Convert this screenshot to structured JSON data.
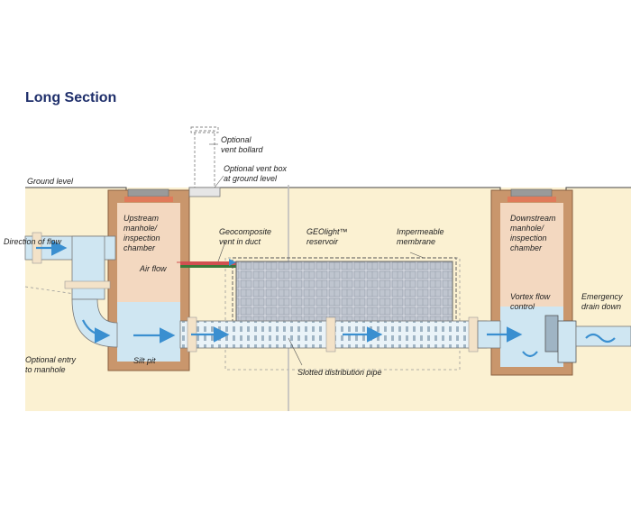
{
  "title": "Long Section",
  "labels": {
    "ground_level": "Ground level",
    "direction_of_flow": "Direction of flow",
    "optional_entry_1": "Optional entry",
    "optional_entry_2": "to manhole",
    "upstream_1": "Upstream",
    "upstream_2": "manhole/",
    "upstream_3": "inspection",
    "upstream_4": "chamber",
    "air_flow": "Air flow",
    "silt_pit": "Silt pit",
    "vent_bollard_1": "Optional",
    "vent_bollard_2": "vent bollard",
    "vent_box_1": "Optional vent box",
    "vent_box_2": "at ground level",
    "geocomposite_1": "Geocomposite",
    "geocomposite_2": "vent in duct",
    "geolight_1": "GEOlight™",
    "geolight_2": "reservoir",
    "membrane_1": "Impermeable",
    "membrane_2": "membrane",
    "slotted_pipe": "Slotted distribution pipe",
    "downstream_1": "Downstream",
    "downstream_2": "manhole/",
    "downstream_3": "inspection",
    "downstream_4": "chamber",
    "vortex_1": "Vortex flow",
    "vortex_2": "control",
    "emergency_1": "Emergency",
    "emergency_2": "drain down"
  },
  "colors": {
    "soil": "#fbf1d2",
    "chamber_wall": "#c9966c",
    "chamber_inner": "#f3d8c0",
    "water": "#cfe6f2",
    "arrow": "#3a8fd0",
    "reservoir": "#c7ccd6",
    "title": "#1f2f6b"
  }
}
